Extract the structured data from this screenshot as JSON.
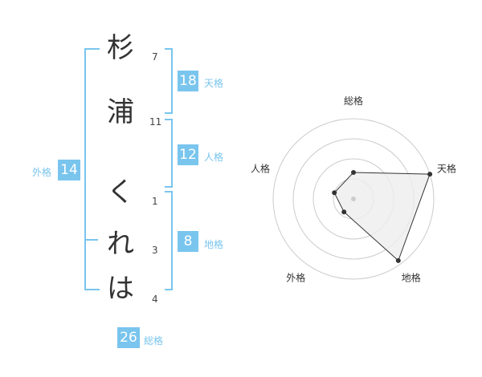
{
  "chars": [
    {
      "char": "杉",
      "strokes": "7"
    },
    {
      "char": "浦",
      "strokes": "11"
    },
    {
      "char": "く",
      "strokes": "1"
    },
    {
      "char": "れ",
      "strokes": "3"
    },
    {
      "char": "は",
      "strokes": "4"
    }
  ],
  "kaku": {
    "tenkaku": {
      "label": "天格",
      "value": "18"
    },
    "jinkaku": {
      "label": "人格",
      "value": "12"
    },
    "chikaku": {
      "label": "地格",
      "value": "8"
    },
    "gaikaku": {
      "label": "外格",
      "value": "14"
    },
    "soukaku": {
      "label": "総格",
      "value": "26"
    }
  },
  "colors": {
    "accent": "#79c5ee",
    "grid": "#cccccc",
    "fill": "#eeeeee"
  },
  "chart_data": {
    "type": "radar",
    "axes": [
      "総格",
      "天格",
      "地格",
      "外格",
      "人格"
    ],
    "values": [
      0.33,
      1.0,
      0.95,
      0.2,
      0.25
    ],
    "max": 1,
    "rings": 4
  }
}
